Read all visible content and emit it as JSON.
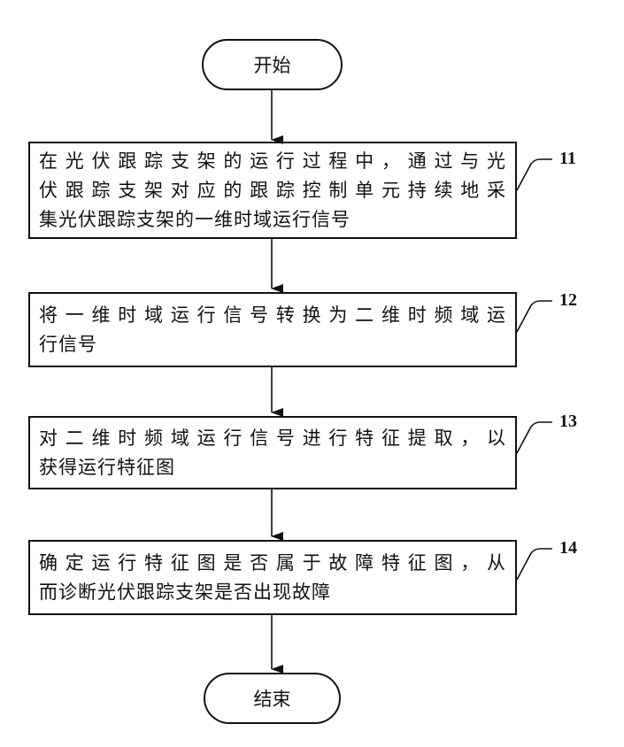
{
  "start": "开始",
  "end": "结束",
  "steps": [
    {
      "id": "11",
      "lines": [
        "在光伏跟踪支架的运行过程中，通过与光",
        "伏跟踪支架对应的跟踪控制单元持续地采",
        "集光伏跟踪支架的一维时域运行信号"
      ]
    },
    {
      "id": "12",
      "lines": [
        "将一维时域运行信号转换为二维时频域运",
        "行信号"
      ]
    },
    {
      "id": "13",
      "lines": [
        "对二维时频域运行信号进行特征提取，以",
        "获得运行特征图"
      ]
    },
    {
      "id": "14",
      "lines": [
        "确定运行特征图是否属于故障特征图，从",
        "而诊断光伏跟踪支架是否出现故障"
      ]
    }
  ]
}
